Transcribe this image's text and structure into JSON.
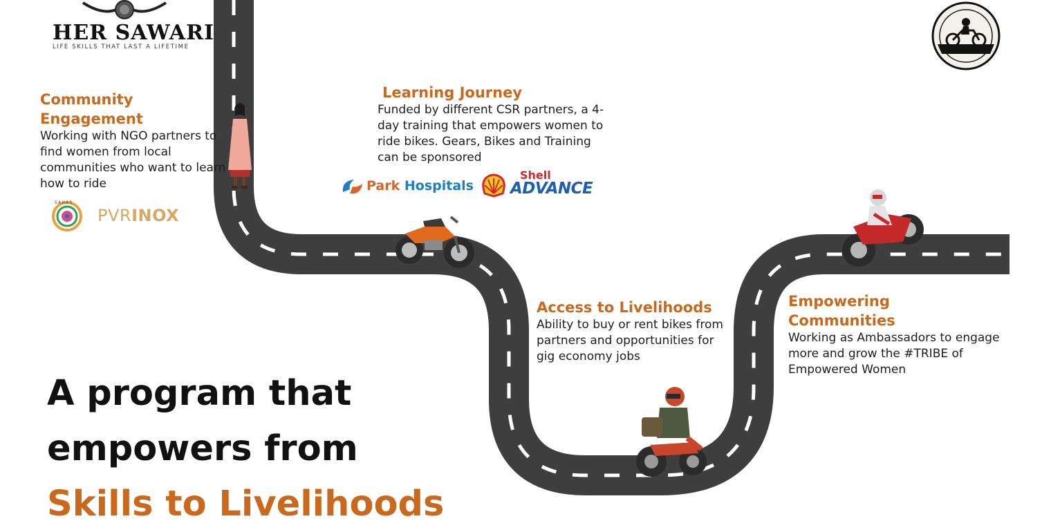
{
  "brand": {
    "name": "HER SAWARI",
    "tagline": "LIFE SKILLS THAT LAST A LIFETIME"
  },
  "stages": [
    {
      "title": "Community Engagement",
      "body": "Working with NGO partners to find women from local communities who want to learn how to ride"
    },
    {
      "title": "Learning Journey",
      "body": "Funded by different CSR partners, a 4-day training that empowers women to ride bikes. Gears, Bikes and Training can be sponsored"
    },
    {
      "title": "Access to Livelihoods",
      "body": "Ability to buy or rent bikes from partners and opportunities for gig economy jobs"
    },
    {
      "title": "Empowering Communities",
      "body": "Working as Ambassadors to engage more and grow the #TRIBE of Empowered Women"
    }
  ],
  "partners": {
    "sahas": "SAHAS",
    "pvr_a": "PVR",
    "pvr_b": "INOX",
    "park_a": "Park",
    "park_b": "Hospitals",
    "shell": "Shell",
    "advance": "ADVANCE"
  },
  "headline": {
    "line1": "A program that",
    "line2": "empowers from",
    "line3": "Skills to Livelihoods"
  },
  "colors": {
    "accent": "#c8691e",
    "road": "#3e3e3e",
    "lane": "#ffffff"
  },
  "icons": [
    "woman-figure",
    "orange-motorcycle-icon",
    "adventure-rider-icon",
    "sport-bike-rider-icon",
    "motolyfe-badge-icon",
    "her-sawari-motorcycle-emblem"
  ]
}
